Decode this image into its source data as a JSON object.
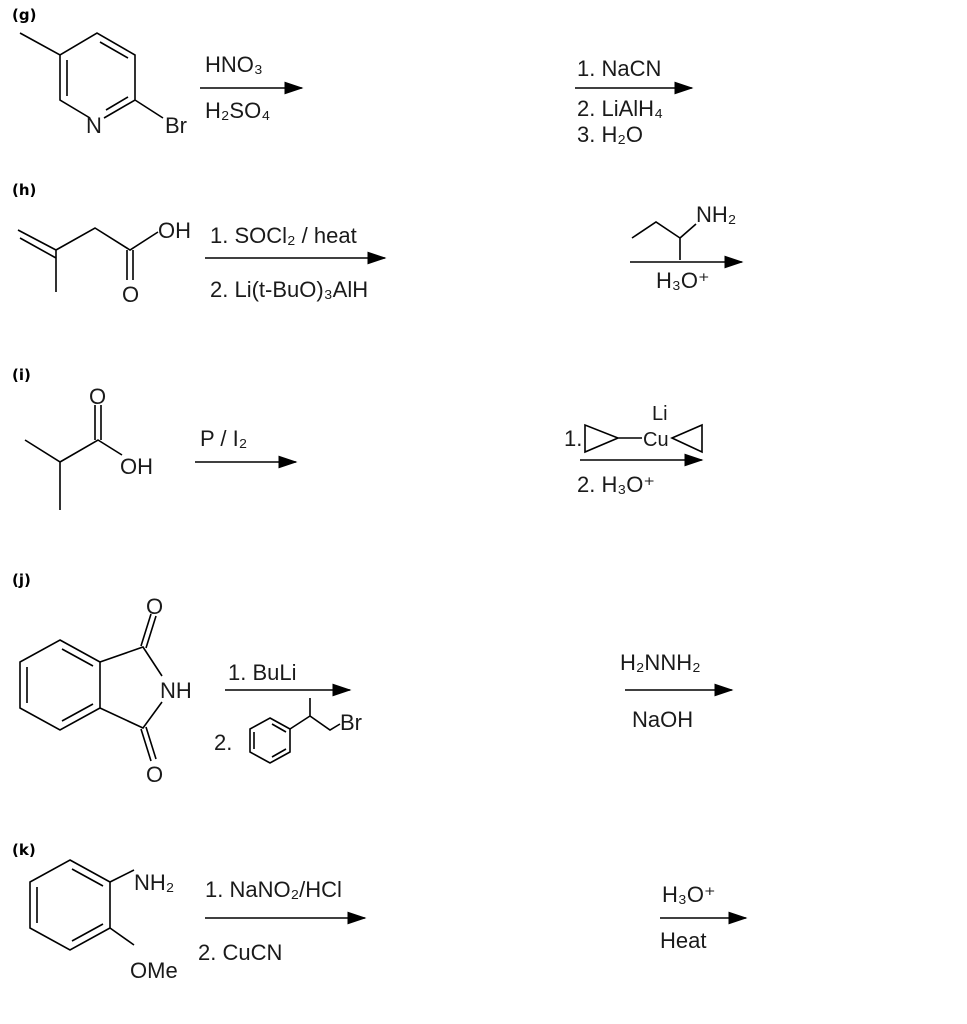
{
  "problems": {
    "g": {
      "label": "(g)",
      "start_atoms": {
        "n": "N",
        "br": "Br"
      },
      "step1": {
        "top": "HNO₃",
        "bottom": "H₂SO₄"
      },
      "step2": {
        "line1": "1. NaCN",
        "line2": "2. LiAlH₄",
        "line3": "3. H₂O"
      }
    },
    "h": {
      "label": "(h)",
      "start_atoms": {
        "oh": "OH",
        "o": "O"
      },
      "step1": {
        "top": "1. SOCl₂ / heat",
        "bottom": "2. Li(t-BuO)₃AlH"
      },
      "step2": {
        "reagent_atom": "NH₂",
        "bottom": "H₃O⁺"
      }
    },
    "i": {
      "label": "(i)",
      "start_atoms": {
        "o": "O",
        "oh": "OH"
      },
      "step1": {
        "top": "P / I₂"
      },
      "step2": {
        "num": "1.",
        "li": "Li",
        "cu": "Cu",
        "bottom": "2. H₃O⁺"
      }
    },
    "j": {
      "label": "(j)",
      "start_atoms": {
        "o_top": "O",
        "nh": "NH",
        "o_bottom": "O"
      },
      "step1": {
        "top": "1. BuLi",
        "num2": "2.",
        "br": "Br"
      },
      "step2": {
        "top": "H₂NNH₂",
        "bottom": "NaOH"
      }
    },
    "k": {
      "label": "(k)",
      "start_atoms": {
        "nh2": "NH₂",
        "ome": "OMe"
      },
      "step1": {
        "top": "1. NaNO₂/HCl",
        "bottom": "2. CuCN"
      },
      "step2": {
        "top": "H₃O⁺",
        "bottom": "Heat"
      }
    }
  }
}
